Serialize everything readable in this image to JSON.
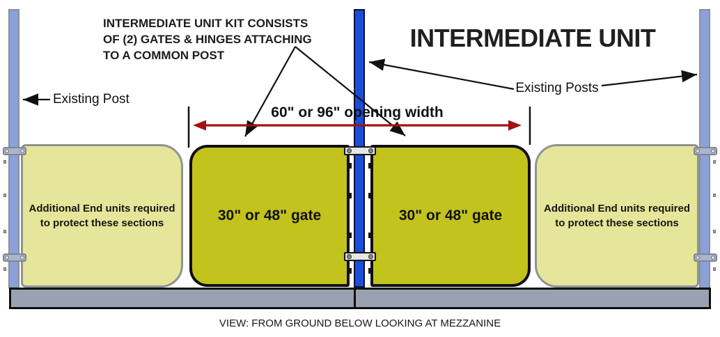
{
  "title": "INTERMEDIATE UNIT",
  "annotations": {
    "kit_note": "INTERMEDIATE UNIT KIT CONSISTS\nOF (2) GATES & HINGES ATTACHING\nTO A COMMON POST",
    "existing_post_left": "Existing Post",
    "existing_posts_right": "Existing Posts",
    "opening_width": "60\" or 96\" opening width",
    "caption": "VIEW: FROM GROUND BELOW LOOKING AT MEZZANINE"
  },
  "components": {
    "gate_left_label": "30\" or 48\" gate",
    "gate_right_label": "30\" or 48\" gate",
    "end_unit_left_label": "Additional End units required\nto protect these sections",
    "end_unit_right_label": "Additional End units required\nto protect these sections"
  },
  "colors": {
    "gate_fill": "#c2c31d",
    "end_panel_fill": "#e5e699",
    "common_post_fill": "#1b4ed8",
    "existing_post_fill": "#8ba1da",
    "mezzanine_fill": "#9aa1b1",
    "dimension_line_red": "#a31111",
    "annotation_black": "#111111"
  }
}
